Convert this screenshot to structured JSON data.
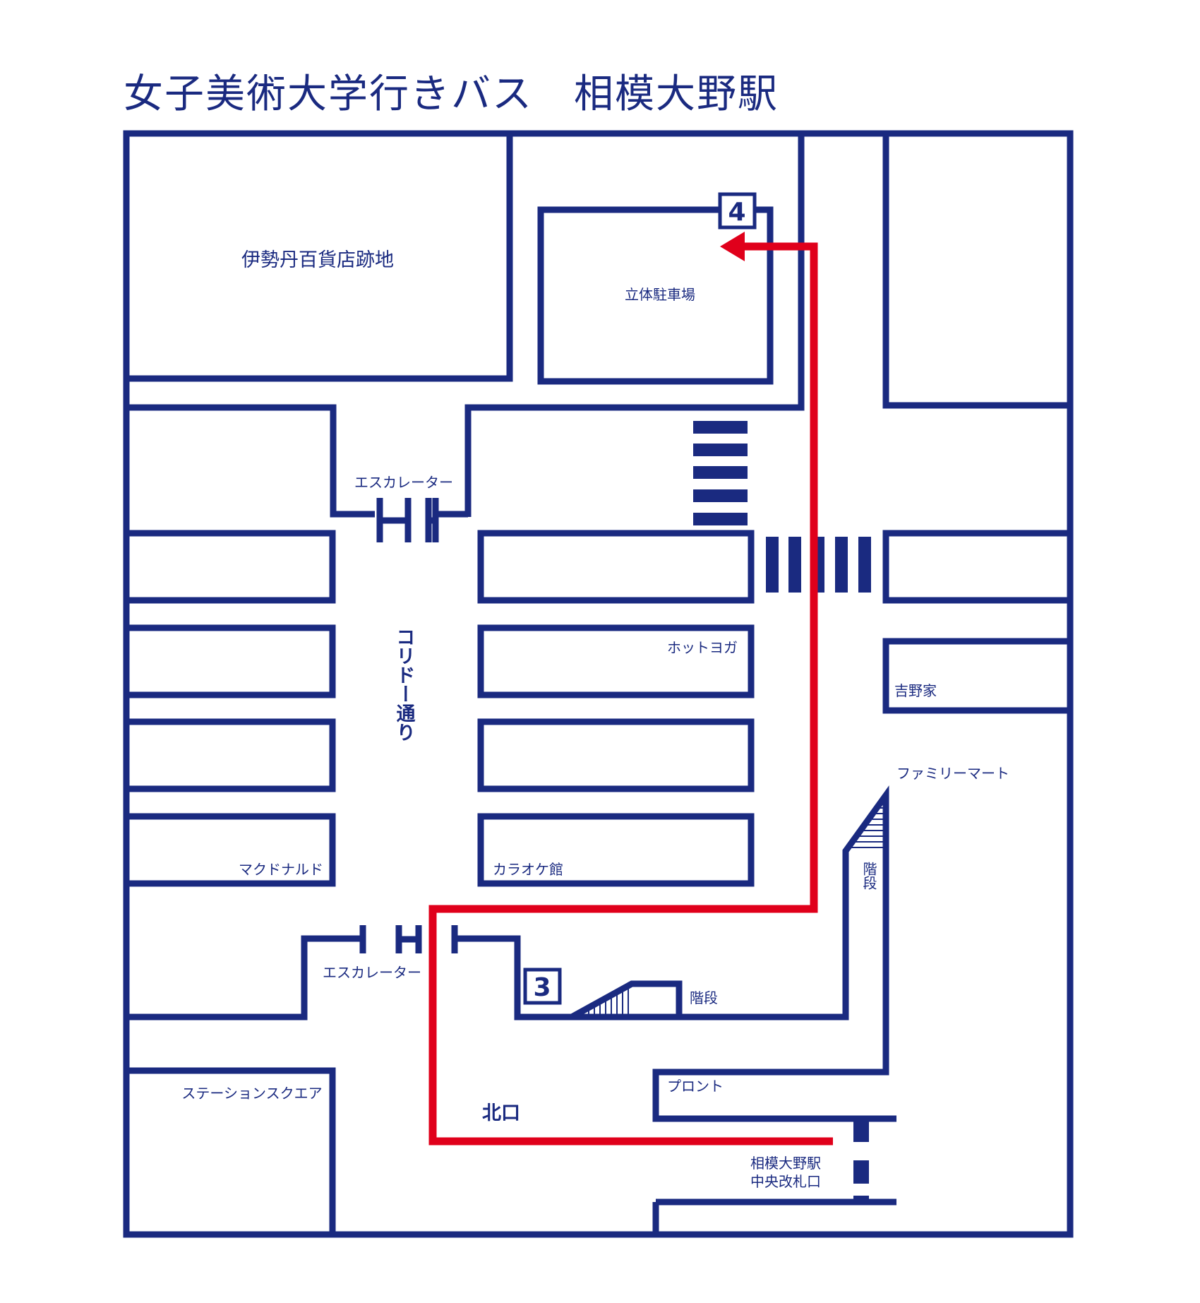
{
  "title": "女子美術大学行きバス　相模大野駅",
  "labels": {
    "isetan_site": "伊勢丹百貨店跡地",
    "parking": "立体駐車場",
    "escalator_top": "エスカレーター",
    "corridor": "コリドー通り",
    "hot_yoga": "ホットヨガ",
    "yoshinoya": "吉野家",
    "familymart": "ファミリーマート",
    "stairs_right": "階段",
    "mcdonalds": "マクドナルド",
    "karaoke": "カラオケ館",
    "escalator_bottom": "エスカレーター",
    "stairs_center": "階段",
    "station_square": "ステーションスクエア",
    "front": "プロント",
    "north_exit": "北口",
    "gate_line1": "相模大野駅",
    "gate_line2": "中央改札口",
    "marker_3": "3",
    "marker_4": "4"
  },
  "colors": {
    "map_lines": "#1a2a80",
    "route": "#e0001b",
    "background": "#ffffff"
  }
}
